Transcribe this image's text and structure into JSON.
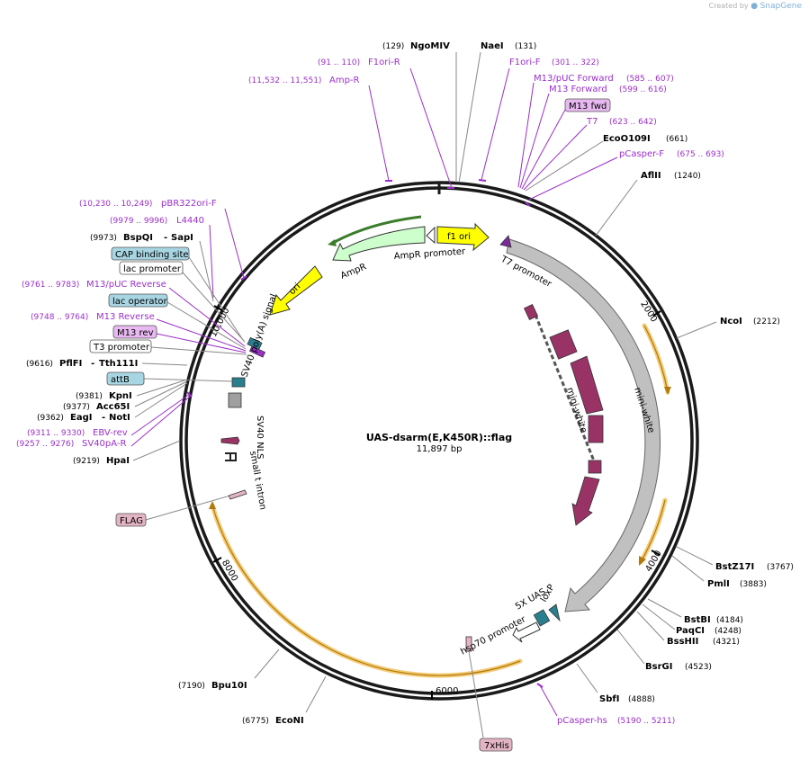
{
  "credit": {
    "prefix": "Created by",
    "brand": "SnapGene"
  },
  "plasmid": {
    "name": "UAS-dsarm(E,K450R)::flag",
    "length": "11,897 bp"
  },
  "ticks": [
    "2000",
    "4000",
    "6000",
    "8000",
    "10,000"
  ],
  "enzymes": [
    {
      "name": "NgoMIV",
      "pos": "(129)"
    },
    {
      "name": "NaeI",
      "pos": "(131)"
    },
    {
      "name": "EcoO109I",
      "pos": "(661)"
    },
    {
      "name": "AflII",
      "pos": "(1240)"
    },
    {
      "name": "NcoI",
      "pos": "(2212)"
    },
    {
      "name": "BstZ17I",
      "pos": "(3767)"
    },
    {
      "name": "PmlI",
      "pos": "(3883)"
    },
    {
      "name": "BstBI",
      "pos": "(4184)"
    },
    {
      "name": "PaqCI",
      "pos": "(4248)"
    },
    {
      "name": "BssHII",
      "pos": "(4321)"
    },
    {
      "name": "BsrGI",
      "pos": "(4523)"
    },
    {
      "name": "SbfI",
      "pos": "(4888)"
    },
    {
      "name": "EcoNI",
      "pos": "(6775)"
    },
    {
      "name": "Bpu10I",
      "pos": "(7190)"
    },
    {
      "name": "HpaI",
      "pos": "(9219)"
    },
    {
      "name": "EagI",
      "pos": "(9362)",
      "name2": "NotI"
    },
    {
      "name": "Acc65I",
      "pos": "(9377)"
    },
    {
      "name": "KpnI",
      "pos": "(9381)"
    },
    {
      "name": "PflFI",
      "pos": "(9616)",
      "name2": "Tth111I"
    },
    {
      "name": "BspQI",
      "pos": "(9973)",
      "name2": "SapI"
    }
  ],
  "primers": [
    {
      "name": "F1ori-R",
      "pos": "(91 .. 110)"
    },
    {
      "name": "Amp-R",
      "pos": "(11,532 .. 11,551)"
    },
    {
      "name": "F1ori-F",
      "pos": "(301 .. 322)"
    },
    {
      "name": "M13/pUC Forward",
      "pos": "(585 .. 607)"
    },
    {
      "name": "M13 Forward",
      "pos": "(599 .. 616)"
    },
    {
      "name": "T7",
      "pos": "(623 .. 642)"
    },
    {
      "name": "pCasper-F",
      "pos": "(675 .. 693)"
    },
    {
      "name": "pCasper-hs",
      "pos": "(5190 .. 5211)"
    },
    {
      "name": "pBR322ori-F",
      "pos": "(10,230 .. 10,249)"
    },
    {
      "name": "L4440",
      "pos": "(9979 .. 9996)"
    },
    {
      "name": "M13/pUC Reverse",
      "pos": "(9761 .. 9783)"
    },
    {
      "name": "M13 Reverse",
      "pos": "(9748 .. 9764)"
    },
    {
      "name": "EBV-rev",
      "pos": "(9311 .. 9330)"
    },
    {
      "name": "SV40pA-R",
      "pos": "(9257 .. 9276)"
    }
  ],
  "boxed": [
    {
      "name": "M13 fwd"
    },
    {
      "name": "CAP binding site"
    },
    {
      "name": "lac promoter"
    },
    {
      "name": "lac operator"
    },
    {
      "name": "M13 rev"
    },
    {
      "name": "T3 promoter"
    },
    {
      "name": "attB"
    },
    {
      "name": "FLAG"
    },
    {
      "name": "7xHis"
    }
  ],
  "features": {
    "f1_ori": "f1 ori",
    "ampr_promoter": "AmpR promoter",
    "ampr": "AmpR",
    "ori": "ori",
    "t7_promoter": "T7 promoter",
    "mini_white_outer": "mini-white",
    "mini_white_inner": "mini-white",
    "sv40_polya": "SV40 poly(A) signal",
    "sv40_nls": "SV40 NLS",
    "small_t_intron": "small t intron",
    "uas": "5X UAS",
    "loxp": "loxP",
    "hsp70_promoter": "hsp70 promoter"
  },
  "colors": {
    "backbone": "#1a1a1a",
    "primer": "#9b2fc9",
    "f1_ori": "#ffff00",
    "ampr": "#ccffcc",
    "mini_white": "#c0c0c0",
    "mini_white_inner": "#993366",
    "orf_highlight": "#f2c25c",
    "uas": "#2a7f8f",
    "boxed_blue": "#a8d5e2",
    "boxed_purple": "#e8b8f0",
    "boxed_pink": "#e3b4c4"
  }
}
